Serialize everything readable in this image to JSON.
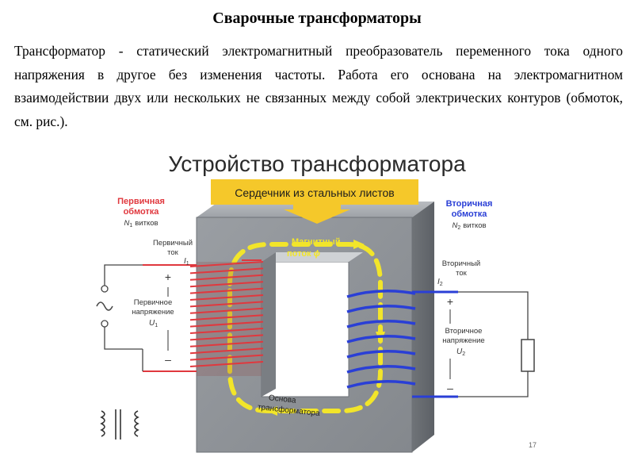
{
  "title": "Сварочные трансформаторы",
  "paragraph": "Трансформатор - статический электромагнитный преобразователь переменного тока одного напряжения в другое без изменения частоты. Работа его основана на электромагнитном взаимодействии двух или нескольких не связанных между собой электрических контуров (обмоток, см. рис.).",
  "diagram": {
    "heading": "Устройство трансформатора",
    "core_banner": "Сердечник из стальных листов",
    "primary_winding": {
      "title_line1": "Первичная",
      "title_line2": "обмотка",
      "turns_sym": "N",
      "turns_sub": "1",
      "turns_word": "витков",
      "current_line1": "Первичный",
      "current_line2": "ток",
      "current_sym": "I",
      "current_sub": "1",
      "voltage_line1": "Первичное",
      "voltage_line2": "напряжение",
      "voltage_sym": "U",
      "voltage_sub": "1",
      "plus": "+",
      "minus": "–"
    },
    "secondary_winding": {
      "title_line1": "Вторичная",
      "title_line2": "обмотка",
      "turns_sym": "N",
      "turns_sub": "2",
      "turns_word": "витков",
      "current_line1": "Вторичный",
      "current_line2": "ток",
      "current_sym": "I",
      "current_sub": "2",
      "voltage_line1": "Вторичное",
      "voltage_line2": "напряжение",
      "voltage_sym": "U",
      "voltage_sub": "2",
      "plus": "+",
      "minus": "–"
    },
    "flux_line1": "Магнитный",
    "flux_line2": "поток",
    "flux_sym": "ϕ",
    "base_line1": "Основа",
    "base_line2": "трансформатора",
    "page_number": "17",
    "colors": {
      "primary": "#e0383e",
      "secondary": "#2a3fd6",
      "core": "#8e9297",
      "banner": "#f5c82a",
      "flux": "#f2e52a"
    },
    "icons": [
      "ac-source-icon",
      "transformer-symbol-icon",
      "load-resistor-icon",
      "arrow-down-icon"
    ]
  }
}
